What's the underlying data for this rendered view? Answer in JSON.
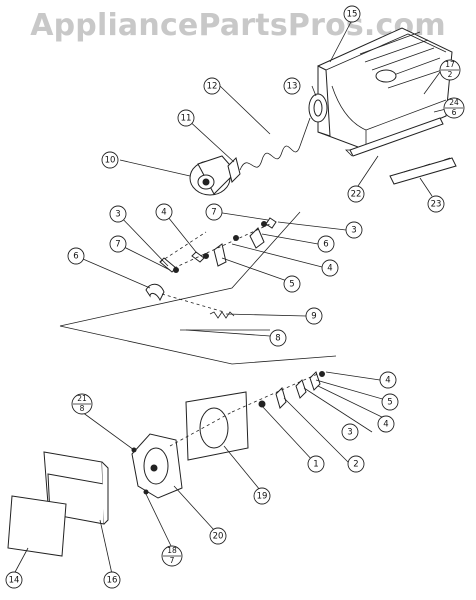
{
  "watermark": "AppliancePartsPros.com",
  "callouts": {
    "c1": "1",
    "c2": "2",
    "c3a": "3",
    "c3b": "3",
    "c3c": "3",
    "c4a": "4",
    "c4b": "4",
    "c4c": "4",
    "c4d": "4",
    "c5a": "5",
    "c5b": "5",
    "c6a": "6",
    "c6b": "6",
    "c7a": "7",
    "c7b": "7",
    "c8": "8",
    "c9": "9",
    "c10": "10",
    "c11": "11",
    "c12": "12",
    "c13": "13",
    "c14": "14",
    "c15": "15",
    "c16": "16",
    "c19": "19",
    "c20": "20",
    "c22": "22",
    "c23": "23"
  },
  "fractions": {
    "f17_top": "17",
    "f17_bot": "2",
    "f24_top": "24",
    "f24_bot": "6",
    "f21_top": "21",
    "f21_bot": "8",
    "f18_top": "18",
    "f18_bot": "7"
  }
}
